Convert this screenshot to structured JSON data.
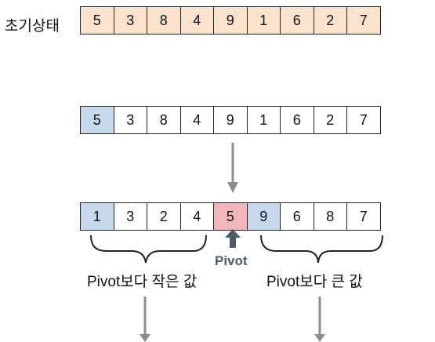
{
  "initial_label": "초기상태",
  "rows": [
    {
      "name": "initial",
      "values": [
        "5",
        "3",
        "8",
        "4",
        "9",
        "1",
        "6",
        "2",
        "7"
      ],
      "highlight": {
        "0": "init",
        "1": "init",
        "2": "init",
        "3": "init",
        "4": "init",
        "5": "init",
        "6": "init",
        "7": "init",
        "8": "init"
      }
    },
    {
      "name": "before",
      "values": [
        "5",
        "3",
        "8",
        "4",
        "9",
        "1",
        "6",
        "2",
        "7"
      ],
      "highlight": {
        "0": "blue"
      }
    },
    {
      "name": "after",
      "values": [
        "1",
        "3",
        "2",
        "4",
        "5",
        "9",
        "6",
        "8",
        "7"
      ],
      "highlight": {
        "0": "blue",
        "4": "pink",
        "5": "blue"
      }
    }
  ],
  "pivot_label": "Pivot",
  "left_group_label": "Pivot보다 작은 값",
  "right_group_label": "Pivot보다 큰 값",
  "colors": {
    "initial_fill": "#fbe2cd",
    "highlight_blue": "#c6d9ec",
    "pivot_pink": "#f4b6bb",
    "arrow_gray": "#8c8c8c",
    "pivot_arrow": "#4a5a66"
  }
}
